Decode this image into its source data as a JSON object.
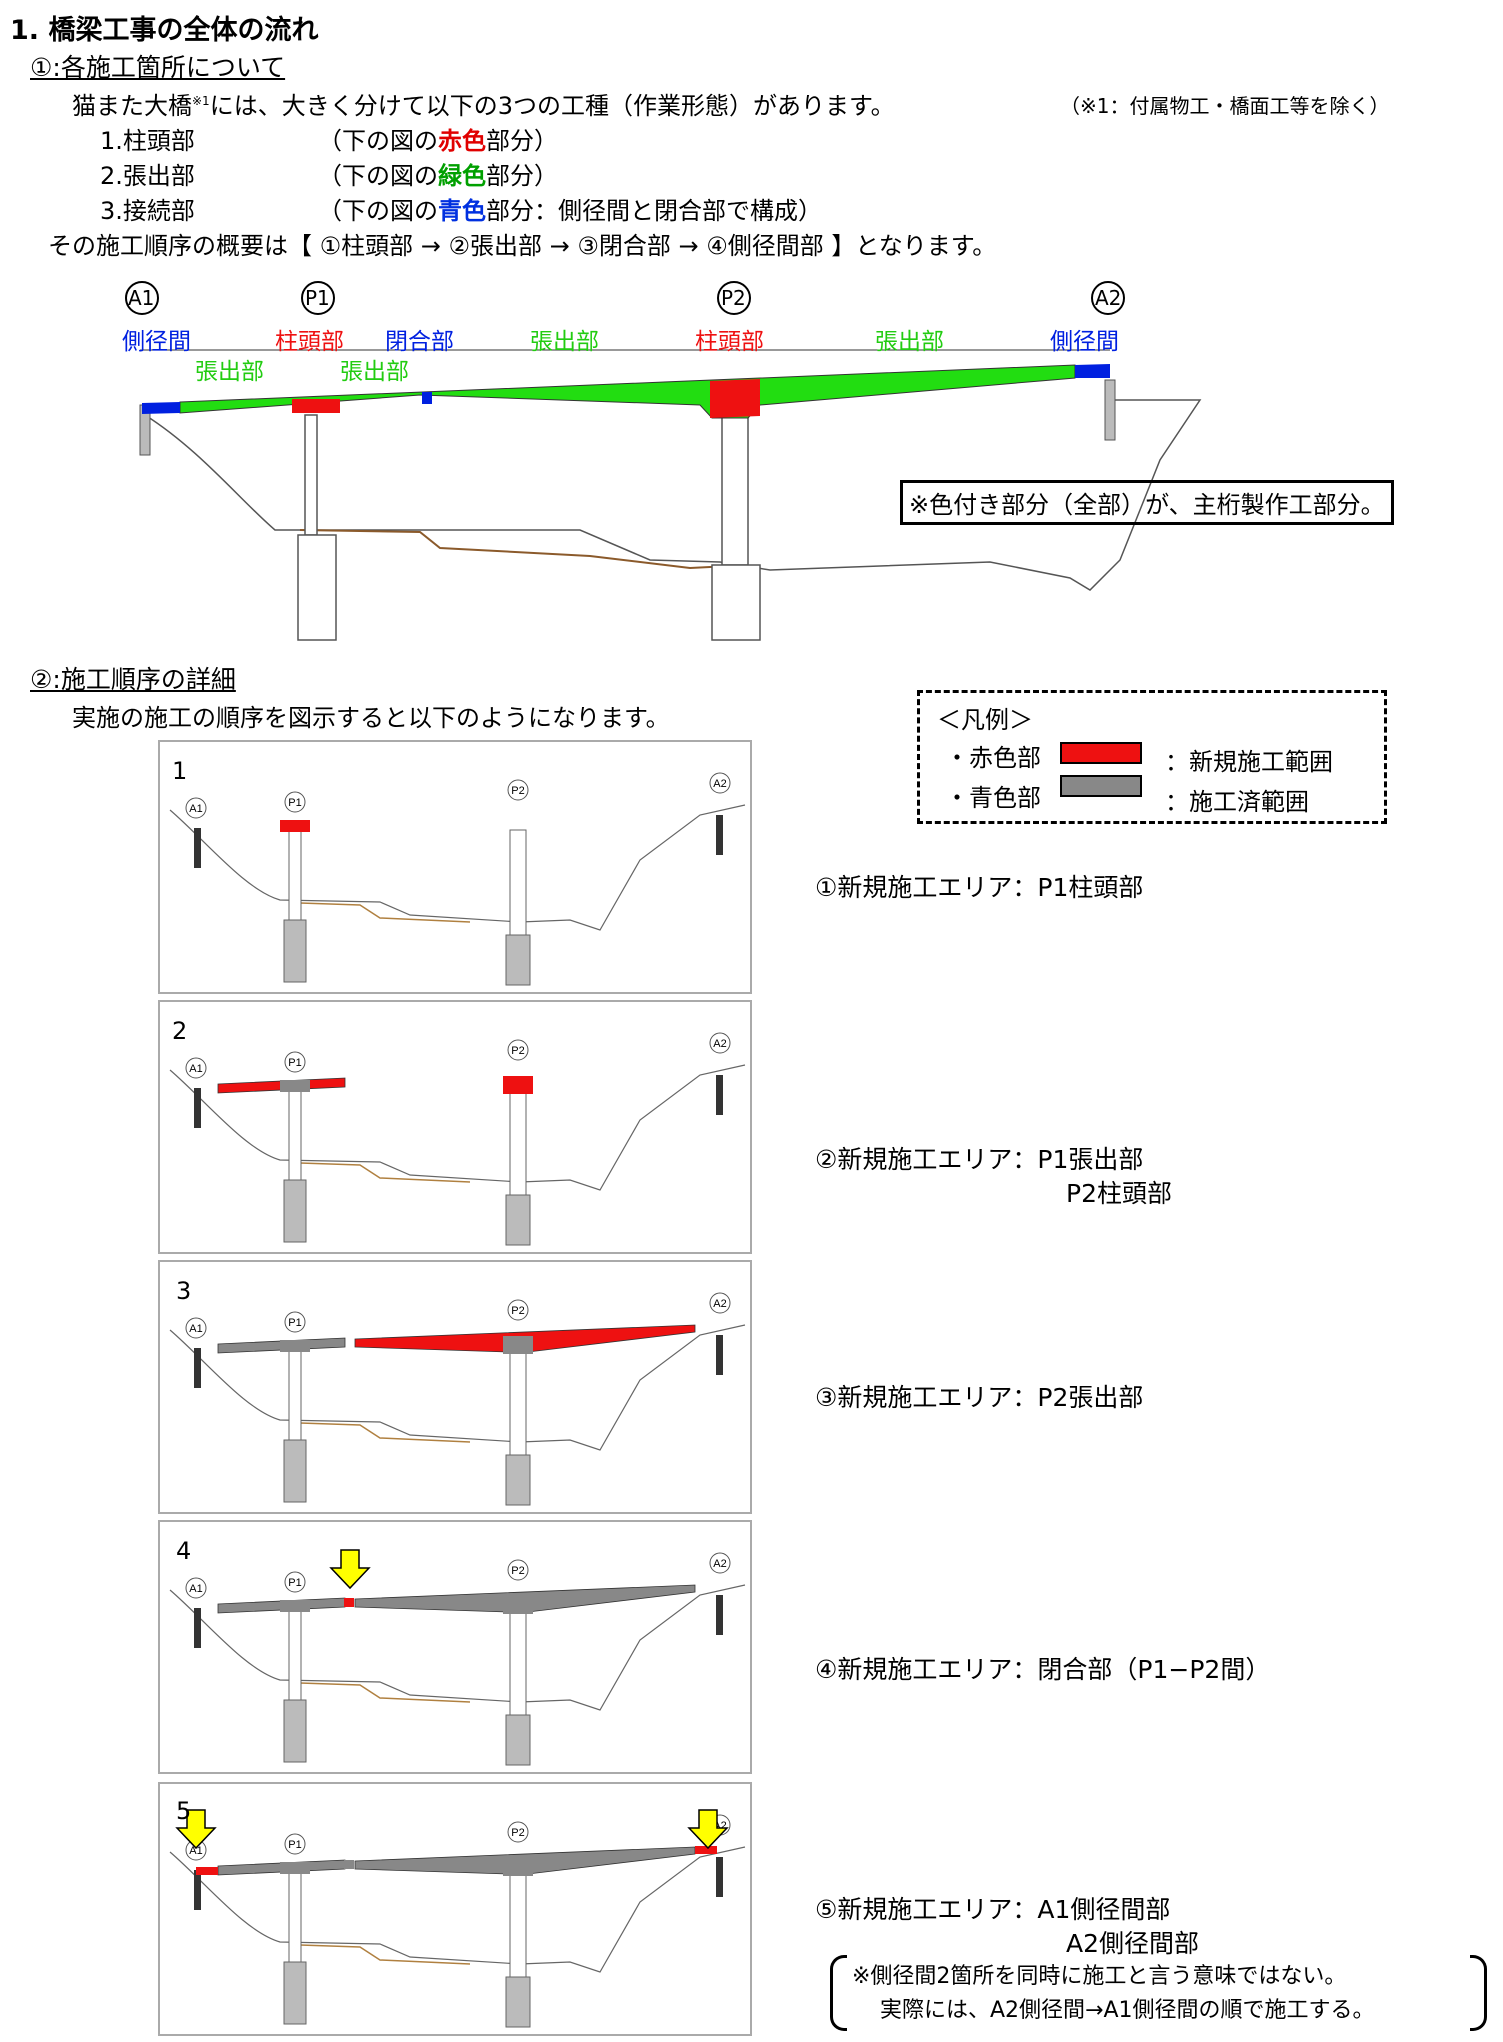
{
  "title": "1. 橋梁工事の全体の流れ",
  "section1": {
    "heading": "①:各施工箇所について",
    "intro_a": "猫また大橋",
    "intro_sup": "※1",
    "intro_b": "には、大きく分けて以下の3つの工種（作業形態）があります。",
    "intro_note": "（※1：付属物工・橋面工等を除く）",
    "items": [
      {
        "num": "1.柱頭部",
        "pre": "（下の図の",
        "color_word": "赤色",
        "post": "部分）"
      },
      {
        "num": "2.張出部",
        "pre": "（下の図の",
        "color_word": "緑色",
        "post": "部分）"
      },
      {
        "num": "3.接続部",
        "pre": "（下の図の",
        "color_word": "青色",
        "post": "部分：側径間と閉合部で構成）"
      }
    ],
    "order": "その施工順序の概要は【 ①柱頭部 → ②張出部 → ③閉合部 → ④側径間部 】となります。",
    "diagram": {
      "supports": [
        "A1",
        "P1",
        "P2",
        "A2"
      ],
      "labels": {
        "a1_side": "側径間",
        "p1_head": "柱頭部",
        "closure": "閉合部",
        "mid_cant": "張出部",
        "p2_head": "柱頭部",
        "right_cant": "張出部",
        "a2_side": "側径間",
        "left_cant1": "張出部",
        "left_cant2": "張出部"
      },
      "note": "※色付き部分（全部）が、主桁製作工部分。"
    }
  },
  "section2": {
    "heading": "②:施工順序の詳細",
    "intro": "実施の施工の順序を図示すると以下のようになります。",
    "legend": {
      "title": "＜凡例＞",
      "red_label": "・赤色部",
      "red_desc": "：新規施工範囲",
      "gray_label": "・青色部",
      "gray_desc": "：施工済範囲",
      "red_color": "#ee1111",
      "gray_color": "#888888"
    },
    "steps": [
      {
        "num": "1",
        "line1": "①新規施工エリア：P1柱頭部",
        "line2": ""
      },
      {
        "num": "2",
        "line1": "②新規施工エリア：P1張出部",
        "line2": "P2柱頭部"
      },
      {
        "num": "3",
        "line1": "③新規施工エリア：P2張出部",
        "line2": ""
      },
      {
        "num": "4",
        "line1": "④新規施工エリア：閉合部（P1−P2間）",
        "line2": ""
      },
      {
        "num": "5",
        "line1": "⑤新規施工エリア：A1側径間部",
        "line2": "A2側径間部"
      }
    ],
    "final_note_1": "※側径間2箇所を同時に施工と言う意味ではない。",
    "final_note_2": "実際には、A2側径間→A1側径間の順で施工する。"
  },
  "colors": {
    "red": "#ee1111",
    "green": "#22dd11",
    "blue": "#0020e0",
    "gray": "#888888",
    "arrow": "#ffff00"
  }
}
